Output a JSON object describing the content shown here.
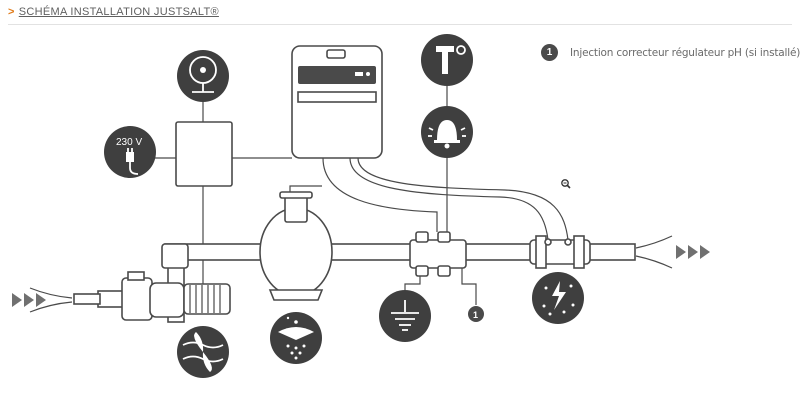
{
  "header": {
    "arrow": ">",
    "title": "SCHÉMA INSTALLATION JUSTSALT®"
  },
  "legend": {
    "number": "1",
    "text": "Injection correcteur régulateur pH (si installé)"
  },
  "diagram": {
    "voltage_label": "230 V",
    "marker_number": "1",
    "icons": [
      "timer-icon",
      "power-plug-icon",
      "temperature-icon",
      "alarm-bell-icon",
      "pump-propeller-icon",
      "filter-shower-icon",
      "ground-earth-icon",
      "electrolysis-cell-icon",
      "zoom-icon",
      "flow-in-arrows-icon",
      "flow-out-arrows-icon"
    ],
    "colors": {
      "icon_circle": "#3f3f3f",
      "pipe_stroke": "#4a4a4a",
      "accent": "#e07b1a"
    }
  }
}
